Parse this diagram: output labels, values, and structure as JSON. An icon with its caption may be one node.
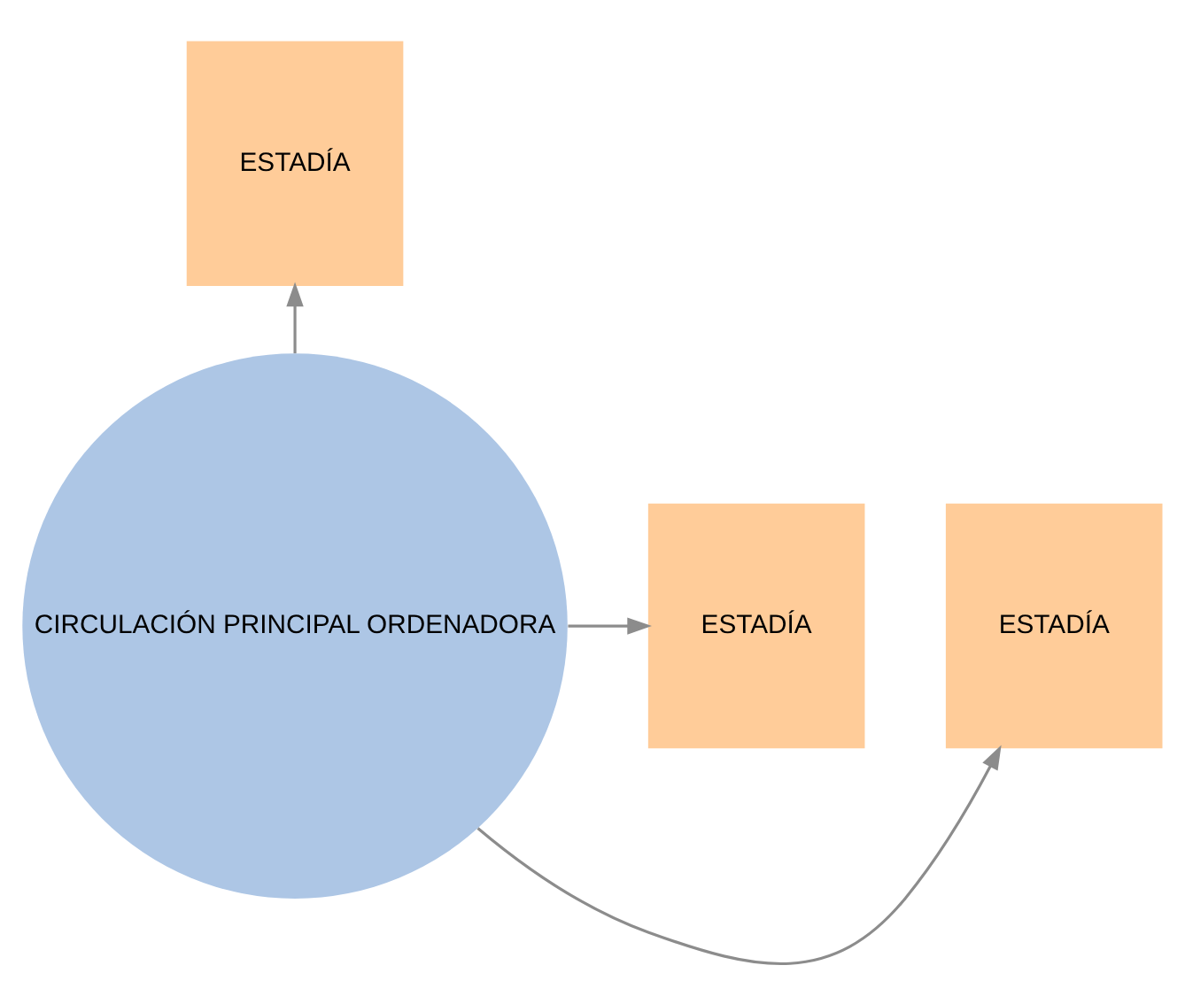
{
  "diagram": {
    "nodes": [
      {
        "text": [
          "CIRCULACIÓN PRINCIPAL ORDENADORA"
        ]
      },
      {
        "text": [
          "ESTADÍA"
        ]
      },
      {
        "text": [
          "ESTADÍA"
        ]
      },
      {
        "text": [
          "ESTADÍA"
        ]
      }
    ],
    "edges": [
      {
        "from": 0,
        "to": 1,
        "arrow": "to"
      },
      {
        "from": 0,
        "to": 2,
        "arrow": "to"
      },
      {
        "from": 0,
        "to": 3,
        "arrow": "to"
      }
    ]
  }
}
